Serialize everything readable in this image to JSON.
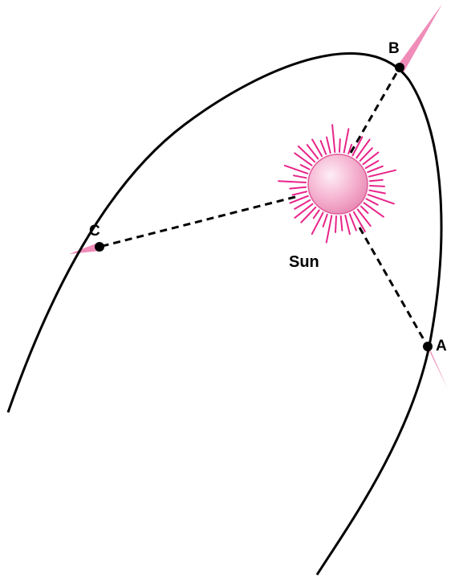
{
  "diagram": {
    "sun_label": "Sun",
    "points": [
      {
        "id": "A",
        "label": "A"
      },
      {
        "id": "B",
        "label": "B"
      },
      {
        "id": "C",
        "label": "C"
      }
    ]
  },
  "colors": {
    "orbit": "#000000",
    "sun_fill": "#f4a8c8",
    "sun_highlight": "#fde6f0",
    "sun_rays": "#e8258a",
    "tail": "#f08cb8"
  }
}
